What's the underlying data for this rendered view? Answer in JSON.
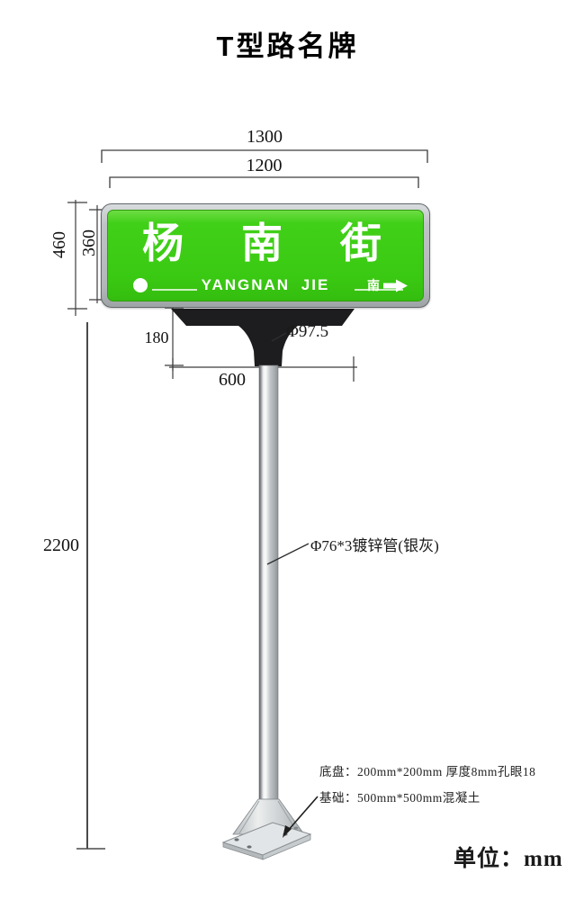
{
  "title": "T型路名牌",
  "sign": {
    "chars": [
      "杨",
      "南",
      "街"
    ],
    "pinyin": "YANGNAN JIE",
    "direction_label": "南",
    "dot_icon": "circle-dot-icon",
    "arrow_icon": "right-arrow-icon"
  },
  "dimensions": {
    "outer_width": "1300",
    "panel_width": "1200",
    "outer_height": "460",
    "panel_height": "360",
    "bracket_height": "180",
    "bracket_width": "600",
    "pole_height": "2200",
    "joint_diameter": "Φ97.5",
    "pole_spec": "Φ76*3镀锌管(银灰)"
  },
  "notes": {
    "base_plate": "底盘：200mm*200mm 厚度8mm孔眼18",
    "foundation": "基础：500mm*500mm混凝土"
  },
  "unit_label": "单位：mm",
  "colors": {
    "sign_green": "#3ccb15",
    "frame_silver": "#b9bdc0",
    "bracket_black": "#1d1d1f",
    "pole_silver": "#c6cacd"
  }
}
